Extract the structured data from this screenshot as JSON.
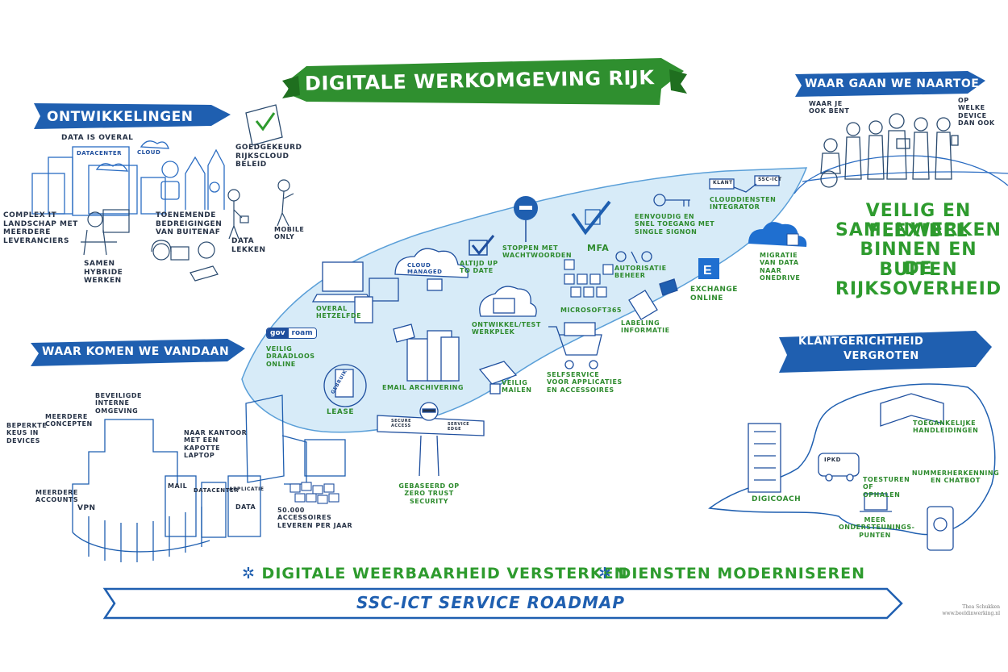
{
  "title": "DIGITALE WERKOMGEVING RIJK",
  "sections": {
    "ontwikkelingen": "ONTWIKKELINGEN",
    "waar_komen": "WAAR KOMEN WE VANDAAN",
    "waar_gaan": "WAAR GAAN WE NAARTOE",
    "klant_line1": "KLANTGERICHTHEID",
    "klant_line2": "VERGROTEN"
  },
  "ontwikkelingen_labels": {
    "data_overal": "DATA IS OVERAL",
    "datacenter": "DATACENTER",
    "cloud": "CLOUD",
    "goedgekeurd": "GOEDGEKEURD RIJKSCLOUD BELEID",
    "complex": "COMPLEX IT LANDSCHAP MET MEERDERE LEVERANCIERS",
    "bedreigingen": "TOENEMENDE BEDREIGINGEN VAN BUITENAF",
    "data_lekken": "DATA LEKKEN",
    "mobile_only": "MOBILE ONLY",
    "samen_hybride": "SAMEN HYBRIDE WERKEN"
  },
  "waar_gaan_labels": {
    "waar_je_ook_bent": "WAAR JE OOK BENT",
    "op_welke_device": "OP WELKE DEVICE DAN OOK",
    "veilig_line1": "VEILIG EN FLEXIBEL",
    "veilig_line2": "SAMENWERKEN",
    "veilig_line3": "BINNEN EN BUITEN",
    "veilig_line4": "DE RIJKSOVERHEID"
  },
  "roadmap_labels": {
    "stoppen": "STOPPEN MET WACHTWOORDEN",
    "mfa": "MFA",
    "eenvoudig": "EENVOUDIG EN SNEL TOEGANG MET SINGLE SIGNON",
    "clouddiensten": "CLOUDDIENSTEN INTEGRATOR",
    "klant": "KLANT",
    "ssc_ict_tag": "SSC-ICT",
    "cloud_managed": "CLOUD MANAGED",
    "altijd": "ALTIJD UP TO DATE",
    "autorisatie": "AUTORISATIE BEHEER",
    "migratie": "MIGRATIE VAN DATA NAAR ONEDRIVE",
    "exchange": "EXCHANGE ONLINE",
    "overal": "OVERAL HETZELFDE",
    "ontwikkel": "ONTWIKKEL/TEST WERKPLEK",
    "microsoft": "MICROSOFT365",
    "labeling": "LABELING INFORMATIE",
    "gov": "gov",
    "roam": "roam",
    "veilig_draadloos": "VEILIG DRAADLOOS ONLINE",
    "email_archivering": "EMAIL ARCHIVERING",
    "veilig_mailen": "VEILIG MAILEN",
    "selfservice": "SELFSERVICE VOOR APPLICATIES EN ACCESSOIRES",
    "lease": "LEASE",
    "gebruik": "GEBRUIK",
    "secure_access": "SECURE ACCESS",
    "service_edge": "SERVICE EDGE",
    "zero_trust": "GEBASEERD OP ZERO TRUST SECURITY"
  },
  "waar_komen_labels": {
    "beveiligde": "BEVEILIGDE INTERNE OMGEVING",
    "meerdere_concepten": "MEERDERE CONCEPTEN",
    "beperkte": "BEPERKTE KEUS IN DEVICES",
    "naar_kantoor": "NAAR KANTOOR MET EEN KAPOTTE LAPTOP",
    "meerdere_accounts": "MEERDERE ACCOUNTS",
    "vpn": "VPN",
    "mail": "MAIL",
    "datacenter": "DATACENTER",
    "applicatie": "APPLICATIE",
    "data": "DATA",
    "accessoires": "50.000 ACCESSOIRES LEVEREN PER JAAR"
  },
  "klant_labels": {
    "toegankelijke": "TOEGANKELIJKE HANDLEIDINGEN",
    "ipkd": "IPKD",
    "toesturen": "TOESTUREN OF OPHALEN",
    "nummerherkenning": "NUMMERHERKENNING EN CHATBOT",
    "digicoach": "DIGICOACH",
    "meer": "MEER ONDERSTEUNINGS-PUNTEN"
  },
  "footer": {
    "bullet1": "DIGITALE WEERBAARHEID VERSTERKEN",
    "bullet2": "DIENSTEN MODERNISEREN",
    "roadmap": "SSC-ICT SERVICE ROADMAP",
    "sig1": "Thea Schukken",
    "sig2": "www.beeldinwerking.nl"
  },
  "colors": {
    "blue": "#1f5fb0",
    "green": "#2e9b2e",
    "light_blue": "#d7ebf8"
  }
}
